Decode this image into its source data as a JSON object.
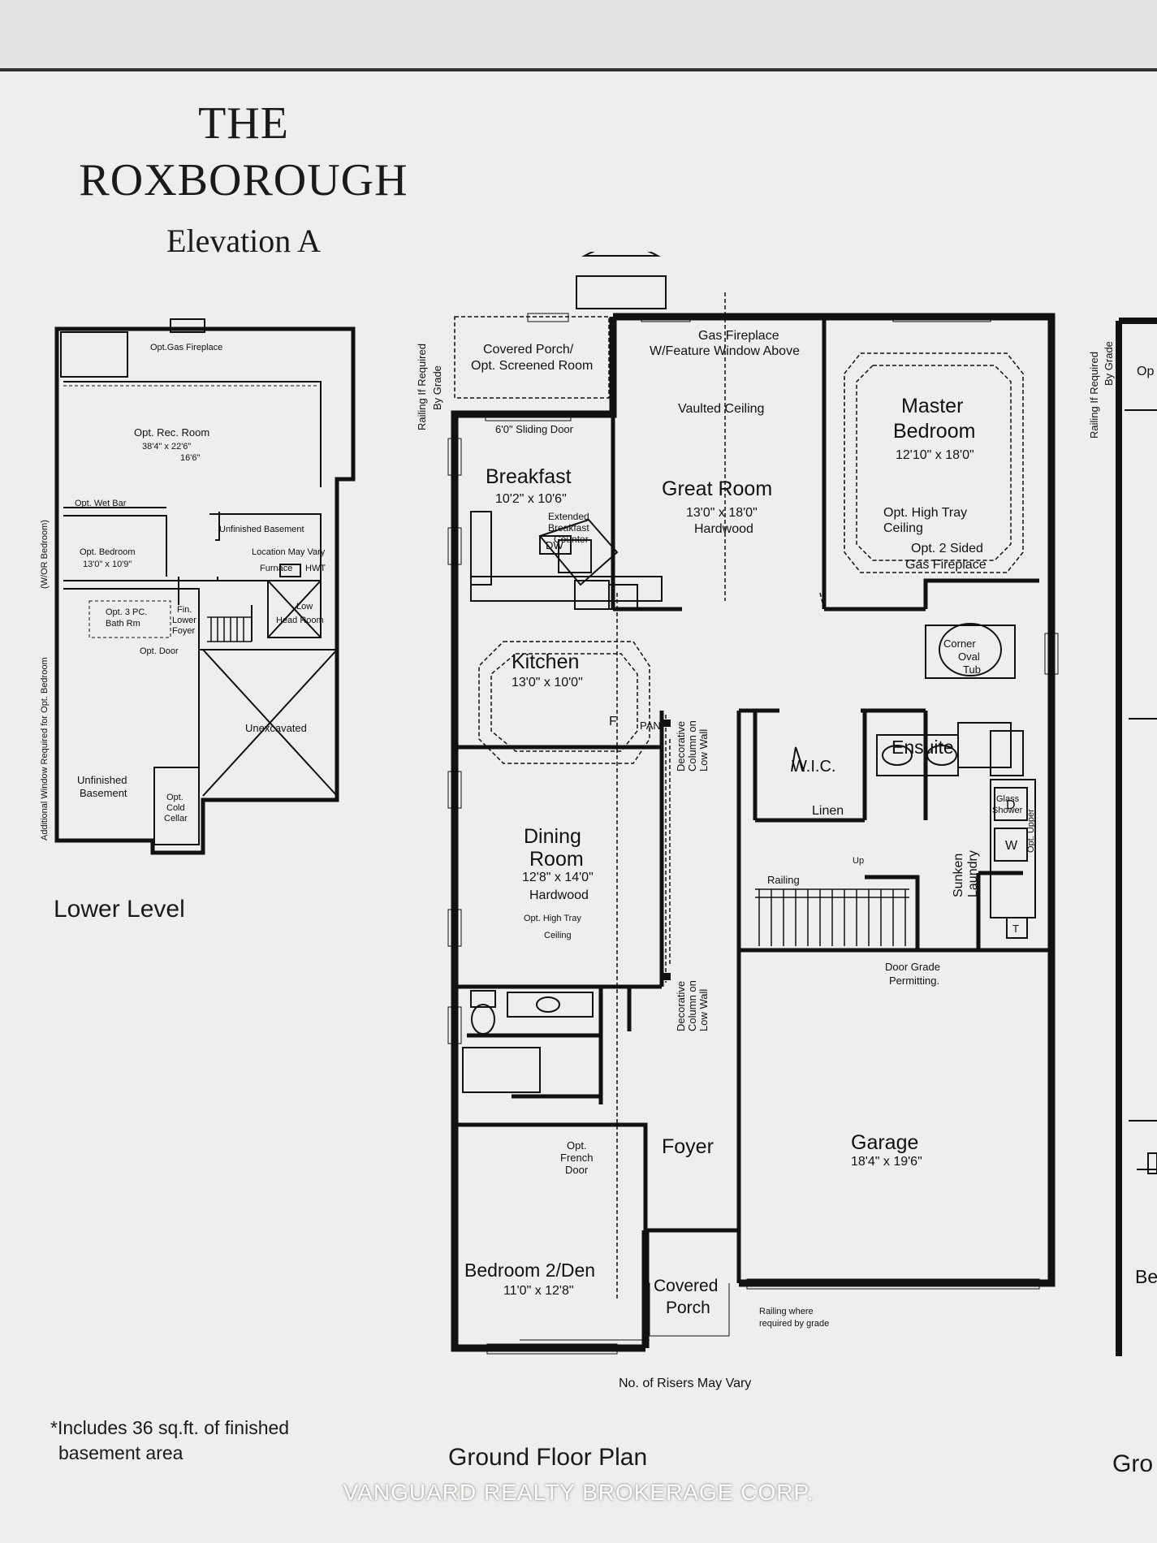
{
  "header": {
    "title_line1": "THE",
    "title_line2": "ROXBOROUGH",
    "subtitle": "Elevation A"
  },
  "lower_level": {
    "caption": "Lower Level",
    "rooms": [
      {
        "key": "fireplace",
        "label": "Opt.Gas Fireplace"
      },
      {
        "key": "rec_name",
        "label": "Opt. Rec. Room"
      },
      {
        "key": "rec_dim1",
        "label": "38'4\" x 22'6\""
      },
      {
        "key": "rec_dim2",
        "label": "16'6\""
      },
      {
        "key": "wetbar",
        "label": "Opt. Wet Bar"
      },
      {
        "key": "unfinished1",
        "label": "Unfinished Basement"
      },
      {
        "key": "bed_name",
        "label": "Opt. Bedroom"
      },
      {
        "key": "bed_dim",
        "label": "13'0\" x 10'9\""
      },
      {
        "key": "location",
        "label": "Location May Vary"
      },
      {
        "key": "furnace",
        "label": "Furnace"
      },
      {
        "key": "hwt",
        "label": "HWT"
      },
      {
        "key": "bath",
        "label": "Opt. 3 PC."
      },
      {
        "key": "bath2",
        "label": "Bath Rm"
      },
      {
        "key": "fin",
        "label": "Fin."
      },
      {
        "key": "lower",
        "label": "Lower"
      },
      {
        "key": "foyer",
        "label": "Foyer"
      },
      {
        "key": "low",
        "label": "Low"
      },
      {
        "key": "headroom",
        "label": "Head Room"
      },
      {
        "key": "door",
        "label": "Opt. Door"
      },
      {
        "key": "unexcavated",
        "label": "Unexcavated"
      },
      {
        "key": "unfinished2a",
        "label": "Unfinished"
      },
      {
        "key": "unfinished2b",
        "label": "Basement"
      },
      {
        "key": "coldcellar1",
        "label": "Opt."
      },
      {
        "key": "coldcellar2",
        "label": "Cold"
      },
      {
        "key": "coldcellar3",
        "label": "Cellar"
      }
    ],
    "side_note1": "(W/OR Bedroom)",
    "side_note2": "Additional Window Required for Opt. Bedroom"
  },
  "ground_floor": {
    "caption": "Ground Floor Plan",
    "rooms": {
      "porch_top": "Covered Porch/",
      "porch_top2": "Opt. Screened Room",
      "gas_fp": "Gas Fireplace",
      "gas_fp2": "W/Feature Window Above",
      "vaulted": "Vaulted Ceiling",
      "sliding": "6'0\" Sliding Door",
      "breakfast": "Breakfast",
      "breakfast_dim": "10'2\" x 10'6\"",
      "great": "Great Room",
      "great_dim": "13'0\" x 18'0\"",
      "great_floor": "Hardwood",
      "master": "Master",
      "master2": "Bedroom",
      "master_dim": "12'10\" x 18'0\"",
      "tray": "Opt. High Tray",
      "tray2": "Ceiling",
      "sided": "Opt. 2 Sided",
      "sided2": "Gas Fireplace",
      "ext1": "Extended",
      "ext2": "Breakfast",
      "ext3": "Counter",
      "dw": "DW",
      "kitchen": "Kitchen",
      "kitchen_dim": "13'0\" x 10'0\"",
      "fridge": "F",
      "pan": "PAN",
      "corner1": "Corner",
      "corner2": "Oval",
      "corner3": "Tub",
      "wic": "W.I.C.",
      "ensuite": "Ensuite",
      "linen": "Linen",
      "glass1": "Glass",
      "glass2": "Shower",
      "deco1a": "Decorative",
      "deco1b": "Column on",
      "deco1c": "Low Wall",
      "dining": "Dining",
      "dining2": "Room",
      "dining_dim": "12'8\" x 14'0\"",
      "dining_floor": "Hardwood",
      "dining_tray": "Opt. High Tray",
      "dining_tray2": "Ceiling",
      "railing": "Railing",
      "sunken1": "Sunken",
      "sunken2": "Laundry",
      "dryer": "D",
      "washer": "W",
      "opt_upper": "Opt. Upper",
      "tub_t": "T",
      "upnote": "Up",
      "grade1": "Door Grade",
      "grade2": "Permitting.",
      "deco2a": "Decorative",
      "deco2b": "Column on",
      "deco2c": "Low Wall",
      "french1": "Opt.",
      "french2": "French",
      "french3": "Door",
      "foyer": "Foyer",
      "garage": "Garage",
      "garage_dim": "18'4\" x 19'6\"",
      "bed2": "Bedroom 2/Den",
      "bed2_dim": "11'0\" x 12'8\"",
      "covered": "Covered",
      "porch": "Porch",
      "rail_where1": "Railing where",
      "rail_where2": "required by grade",
      "risers": "No. of Risers May Vary",
      "rail_left1": "Railing If Required",
      "rail_left2": "By Grade"
    }
  },
  "right_partial": {
    "rail1": "Railing If Required",
    "rail2": "By Grade",
    "op": "Op",
    "be": "Be",
    "gr": "Gro"
  },
  "footnote": {
    "line1": "*Includes 36 sq.ft. of finished",
    "line2": "basement area"
  },
  "watermark": "VANGUARD REALTY BROKERAGE CORP."
}
